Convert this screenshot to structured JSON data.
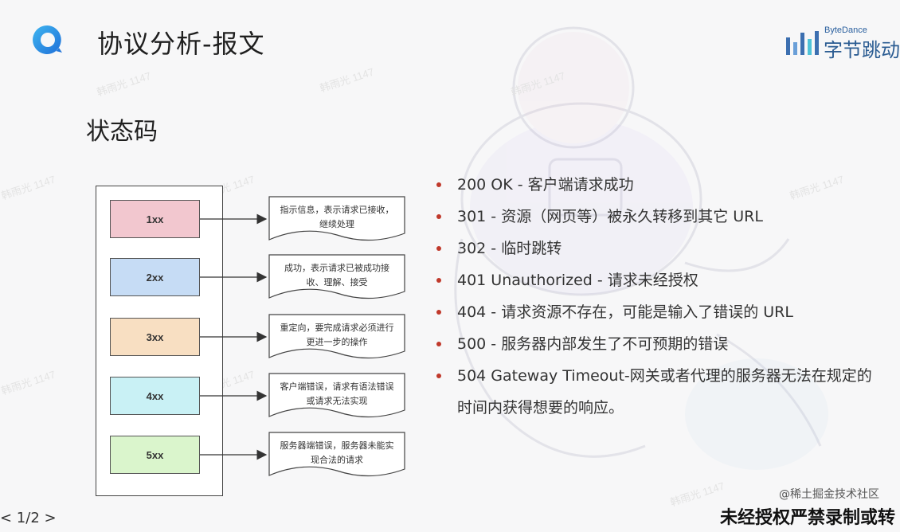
{
  "header": {
    "title": "协议分析-报文",
    "brand_en": "ByteDance",
    "brand_cn": "字节跳动"
  },
  "section": {
    "title": "状态码"
  },
  "diagram": {
    "rows": [
      {
        "code": "1xx",
        "color": "#f2c7cf",
        "note_line1": "指示信息，表示请求已接收，",
        "note_line2": "继续处理"
      },
      {
        "code": "2xx",
        "color": "#c6dcf5",
        "note_line1": "成功，表示请求已被成功接",
        "note_line2": "收、理解、接受"
      },
      {
        "code": "3xx",
        "color": "#f8dfc2",
        "note_line1": "重定向，要完成请求必须进行",
        "note_line2": "更进一步的操作"
      },
      {
        "code": "4xx",
        "color": "#c9f1f5",
        "note_line1": "客户端错误，请求有语法错误",
        "note_line2": "或请求无法实现"
      },
      {
        "code": "5xx",
        "color": "#daf5cc",
        "note_line1": "服务器端错误，服务器未能实",
        "note_line2": "现合法的请求"
      }
    ]
  },
  "bullets": [
    "200 OK - 客户端请求成功",
    "301 - 资源（网页等）被永久转移到其它 URL",
    "302 - 临时跳转",
    "401 Unauthorized - 请求未经授权",
    "404 - 请求资源不存在，可能是输入了错误的 URL",
    "500 - 服务器内部发生了不可预期的错误",
    "504 Gateway Timeout-网关或者代理的服务器无法在规定的时间内获得想要的响应。"
  ],
  "bullet_color": "#c0392b",
  "watermarks": [
    "韩雨光 1147",
    "韩雨光 1147",
    "韩雨光 1147",
    "韩雨光 1147",
    "韩雨光 1147",
    "韩雨光 1147",
    "韩雨光 1147",
    "韩雨光 1147",
    "韩雨光 1147"
  ],
  "footer": {
    "site": "@稀土掘金技术社区",
    "notice": "未经授权严禁录制或转",
    "left": "< 1/2 >"
  }
}
